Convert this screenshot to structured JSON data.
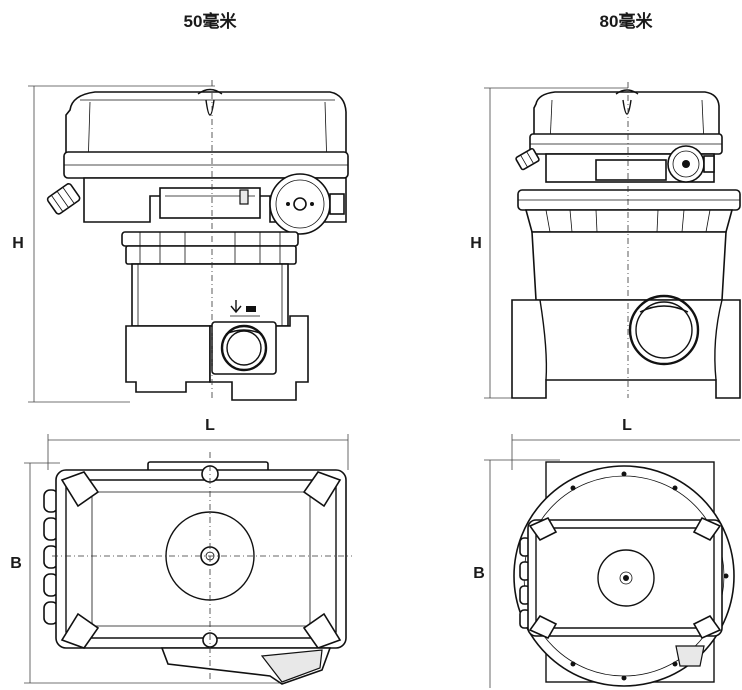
{
  "models": [
    {
      "id": "model-50mm",
      "title": "50毫米"
    },
    {
      "id": "model-80mm",
      "title": "80毫米"
    }
  ],
  "dimensions": {
    "height": "H",
    "length": "L",
    "width": "B"
  }
}
